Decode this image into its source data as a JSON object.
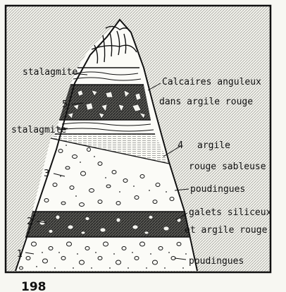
{
  "figure": {
    "labels": {
      "stalagmite_top": "stalagmite",
      "stalagmite_mid": "stalagmite",
      "calcaires_1": "Calcaires anguleux",
      "calcaires_2": "dans argile rouge",
      "argile_1": "argile",
      "argile_2": "rouge sableuse",
      "poudingues_upper": "poudingues",
      "galets_1": "galets siliceux",
      "galets_2": "et argile rouge",
      "poudingues_lower": "poudingues"
    },
    "layer_numbers": {
      "n1": "1",
      "n2": "2",
      "n3": "3",
      "n4": "4",
      "n5": "5"
    },
    "page_number": "198"
  }
}
